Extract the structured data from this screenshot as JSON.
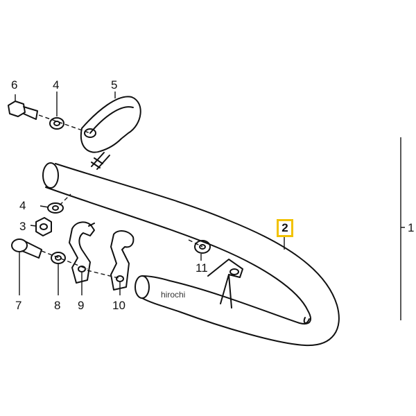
{
  "diagram": {
    "callouts": {
      "c1": "1",
      "c2": "2",
      "c3": "3",
      "c4a": "4",
      "c4b": "4",
      "c5": "5",
      "c6": "6",
      "c7": "7",
      "c8": "8",
      "c9": "9",
      "c10": "10",
      "c11": "11"
    },
    "highlight_color": "#f2c200",
    "watermark": "hirochi"
  }
}
